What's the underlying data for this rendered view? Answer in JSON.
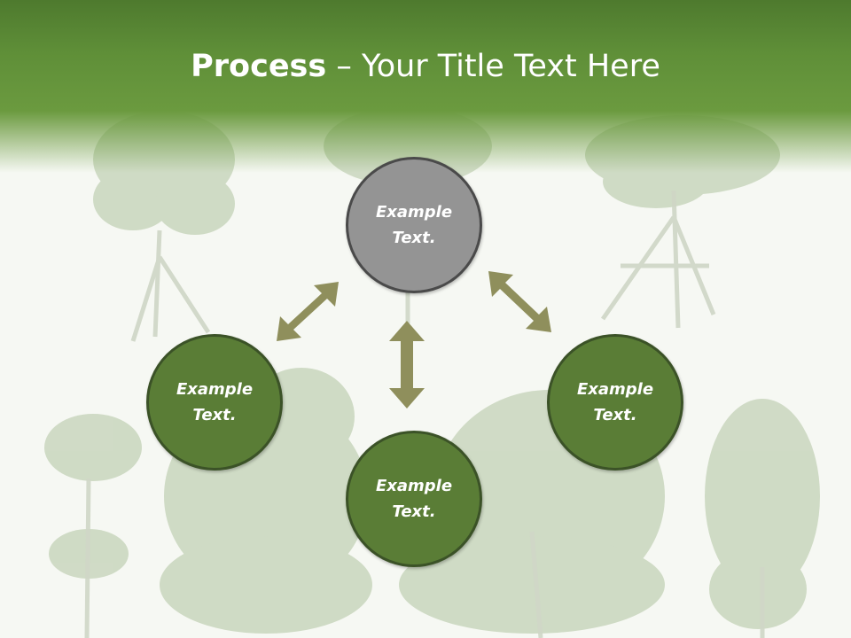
{
  "title": {
    "bold": "Process",
    "rest": " – Your Title Text Here"
  },
  "nodes": {
    "top": "Example Text.",
    "left": "Example Text.",
    "right": "Example Text.",
    "bottom": "Example Text."
  },
  "colors": {
    "header": "#5f8f38",
    "node_green": "#5a7d36",
    "node_gray": "#949494",
    "arrow": "#8f8f5c"
  }
}
